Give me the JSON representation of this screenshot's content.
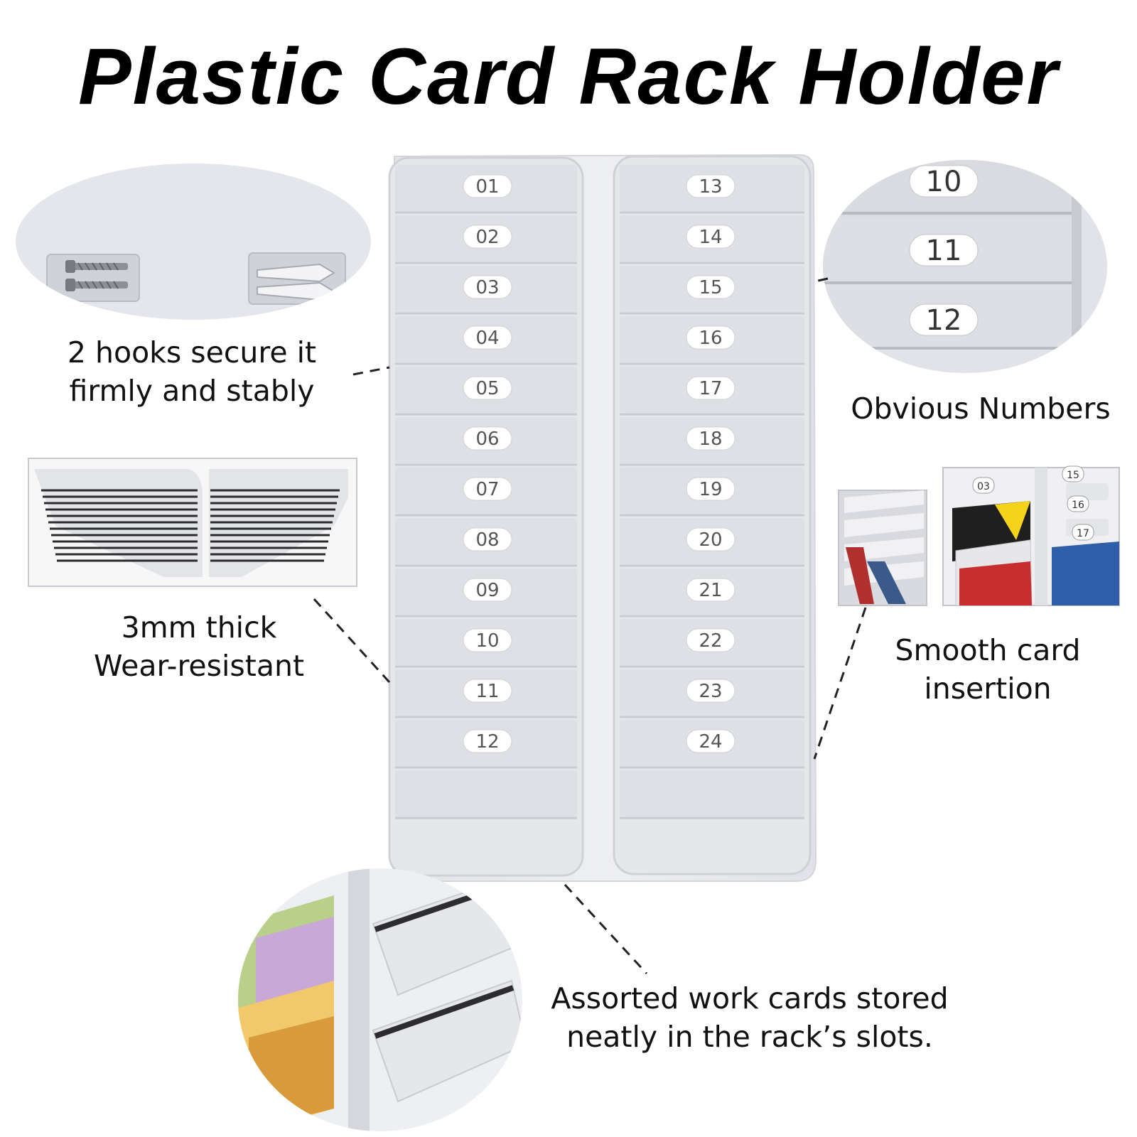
{
  "title": "Plastic Card Rack Holder",
  "rack": {
    "left_column": [
      "01",
      "02",
      "03",
      "04",
      "05",
      "06",
      "07",
      "08",
      "09",
      "10",
      "11",
      "12"
    ],
    "right_column": [
      "13",
      "14",
      "15",
      "16",
      "17",
      "18",
      "19",
      "20",
      "21",
      "22",
      "23",
      "24"
    ]
  },
  "features": {
    "hooks": {
      "line1": "2 hooks secure it",
      "line2": "firmly and stably"
    },
    "thickness": {
      "line1": "3mm thick",
      "line2": "Wear-resistant"
    },
    "numbers": {
      "label": "Obvious Numbers",
      "zoom_numbers": [
        "10",
        "11",
        "12"
      ]
    },
    "insertion": {
      "line1": "Smooth card",
      "line2": "insertion",
      "photo_numbers": [
        "03",
        "15",
        "16",
        "17"
      ]
    },
    "stored": {
      "line1": "Assorted work cards stored",
      "line2": "neatly in the rack’s slots."
    }
  },
  "colors": {
    "rack": "#e9eaee",
    "slot": "#dfe0e5",
    "slot_edge": "#c9cbd2",
    "badge": "#ffffff",
    "leader_line": "#222222"
  }
}
